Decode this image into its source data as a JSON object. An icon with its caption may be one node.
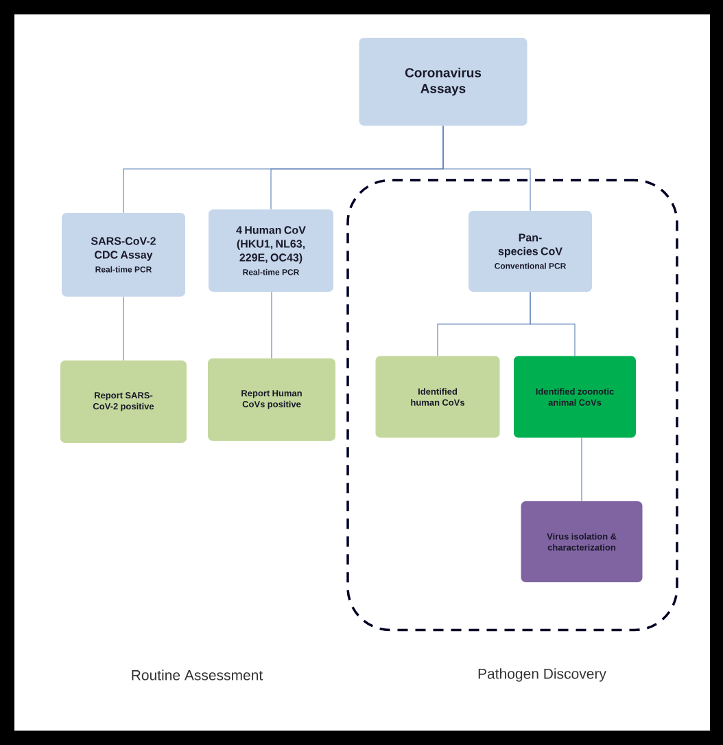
{
  "diagram": {
    "nodes": [
      {
        "text": [
          "Coronavirus Assays"
        ]
      },
      {
        "text": [
          "SARS-CoV-2 CDC Assay",
          "Real-time PCR"
        ]
      },
      {
        "text": [
          "4 Human CoV (HKU1, NL63, 229E, OC43)",
          "Real-time PCR"
        ]
      },
      {
        "text": [],
        "shape": "box"
      },
      {
        "text": [
          "Pan-species CoV",
          "Conventional PCR"
        ],
        "in": 3
      },
      {
        "text": [
          "Report SARS-CoV-2 positive"
        ]
      },
      {
        "text": [
          "Report Human CoVs positive"
        ]
      },
      {
        "text": [
          "Identified human CoVs"
        ],
        "in": 3
      },
      {
        "text": [
          "Identified zoonotic animal CoVs"
        ],
        "in": 3
      },
      {
        "text": [
          "Virus isolation & characterization"
        ],
        "in": 3
      }
    ],
    "edges": [
      {
        "from": 0,
        "to": 1,
        "arrow": "none"
      },
      {
        "from": 0,
        "to": 2,
        "arrow": "none"
      },
      {
        "from": 0,
        "to": 4,
        "arrow": "none"
      },
      {
        "from": 1,
        "to": 5,
        "arrow": "none"
      },
      {
        "from": 2,
        "to": 6,
        "arrow": "none"
      },
      {
        "from": 4,
        "to": 7,
        "arrow": "none"
      },
      {
        "from": 4,
        "to": 8,
        "arrow": "none"
      },
      {
        "from": 8,
        "to": 9,
        "arrow": "none"
      }
    ],
    "labels": [
      "Routine Assessment",
      "Pathogen Discovery"
    ]
  }
}
